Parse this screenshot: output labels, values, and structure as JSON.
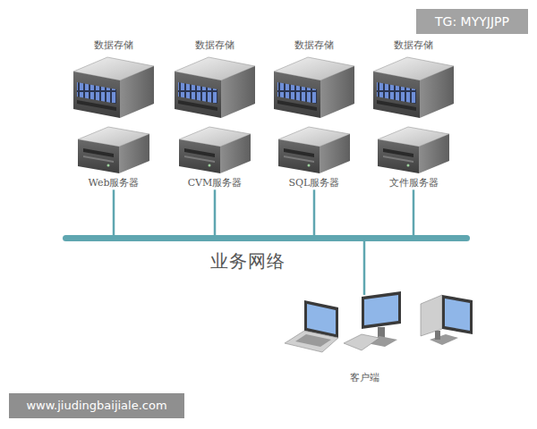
{
  "diagram": {
    "nodes": [
      {
        "text": [
          "数据存储"
        ]
      },
      {
        "text": [
          "数据存储"
        ]
      },
      {
        "text": [
          "数据存储"
        ]
      },
      {
        "text": [
          "数据存储"
        ]
      },
      {
        "text": [
          "Web服务器"
        ]
      },
      {
        "text": [
          "CVM服务器"
        ]
      },
      {
        "text": [
          "SQL服务器"
        ]
      },
      {
        "text": [
          "文件服务器"
        ]
      },
      {
        "text": [
          "业务网络"
        ]
      },
      {
        "text": [
          "客户端"
        ]
      }
    ],
    "edges": [
      {
        "from": 4,
        "to": 8,
        "arrow": "none"
      },
      {
        "from": 5,
        "to": 8,
        "arrow": "none"
      },
      {
        "from": 6,
        "to": 8,
        "arrow": "none"
      },
      {
        "from": 7,
        "to": 8,
        "arrow": "none"
      },
      {
        "from": 8,
        "to": 9,
        "arrow": "none"
      }
    ],
    "labels": [
      "TG: MYYJJPP",
      "www.jiudingbaijiale.com"
    ]
  }
}
